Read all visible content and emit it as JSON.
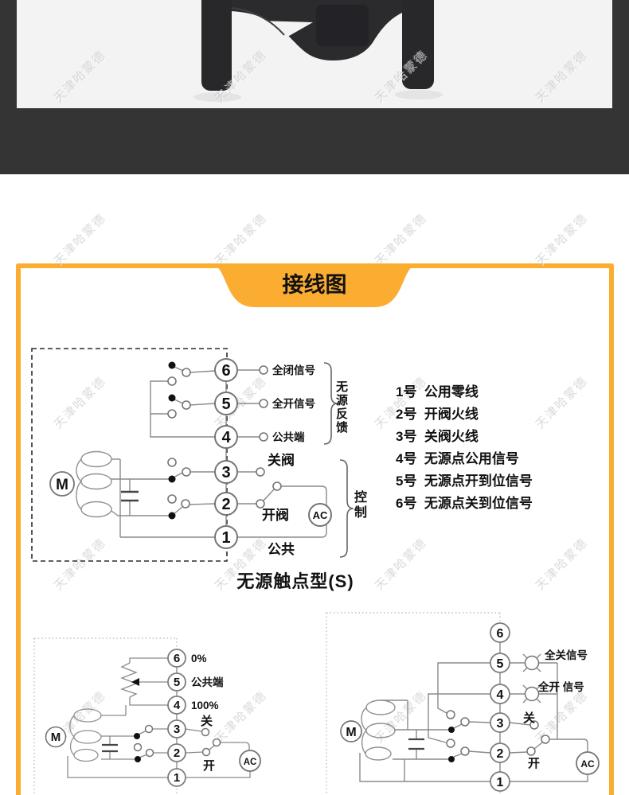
{
  "watermark": {
    "text": "天津哈蒙德"
  },
  "banner": {
    "title": "接线图"
  },
  "colors": {
    "accent_orange": "#fbad32",
    "photo_backdrop": "#343434",
    "photo_background": "#f3f3f3",
    "wire_gray": "#8a8a8a"
  },
  "diagram_s": {
    "caption": "无源触点型(S)",
    "terminals": [
      "6",
      "5",
      "4",
      "3",
      "2",
      "1"
    ],
    "label_t6": "全闭信号",
    "label_t5": "全开信号",
    "label_t4": "公共端",
    "label_t3": "关阀",
    "label_t2": "开阀",
    "label_t1": "公共",
    "brace_feedback": "无源反馈",
    "brace_control": "控制",
    "motor": "M",
    "power": "AC"
  },
  "terminal_list": [
    "1号  公用零线",
    "2号  开阀火线",
    "3号  关阀火线",
    "4号  无源点公用信号",
    "5号  无源点开到位信号",
    "6号  无源点关到位信号"
  ],
  "pot_diagram": {
    "terminals": [
      "6",
      "5",
      "4",
      "3",
      "2",
      "1"
    ],
    "label_t6": "0%",
    "label_t5": "公共端",
    "label_t4": "100%",
    "label_t3": "关",
    "label_t2": "开",
    "motor": "M",
    "power": "AC"
  },
  "lamp_diagram": {
    "terminals": [
      "6",
      "5",
      "4",
      "3",
      "2",
      "1"
    ],
    "label_t5": "全关信号",
    "label_t4": "全开 信号",
    "label_t3": "关",
    "label_t2": "开",
    "motor": "M",
    "power": "AC"
  }
}
